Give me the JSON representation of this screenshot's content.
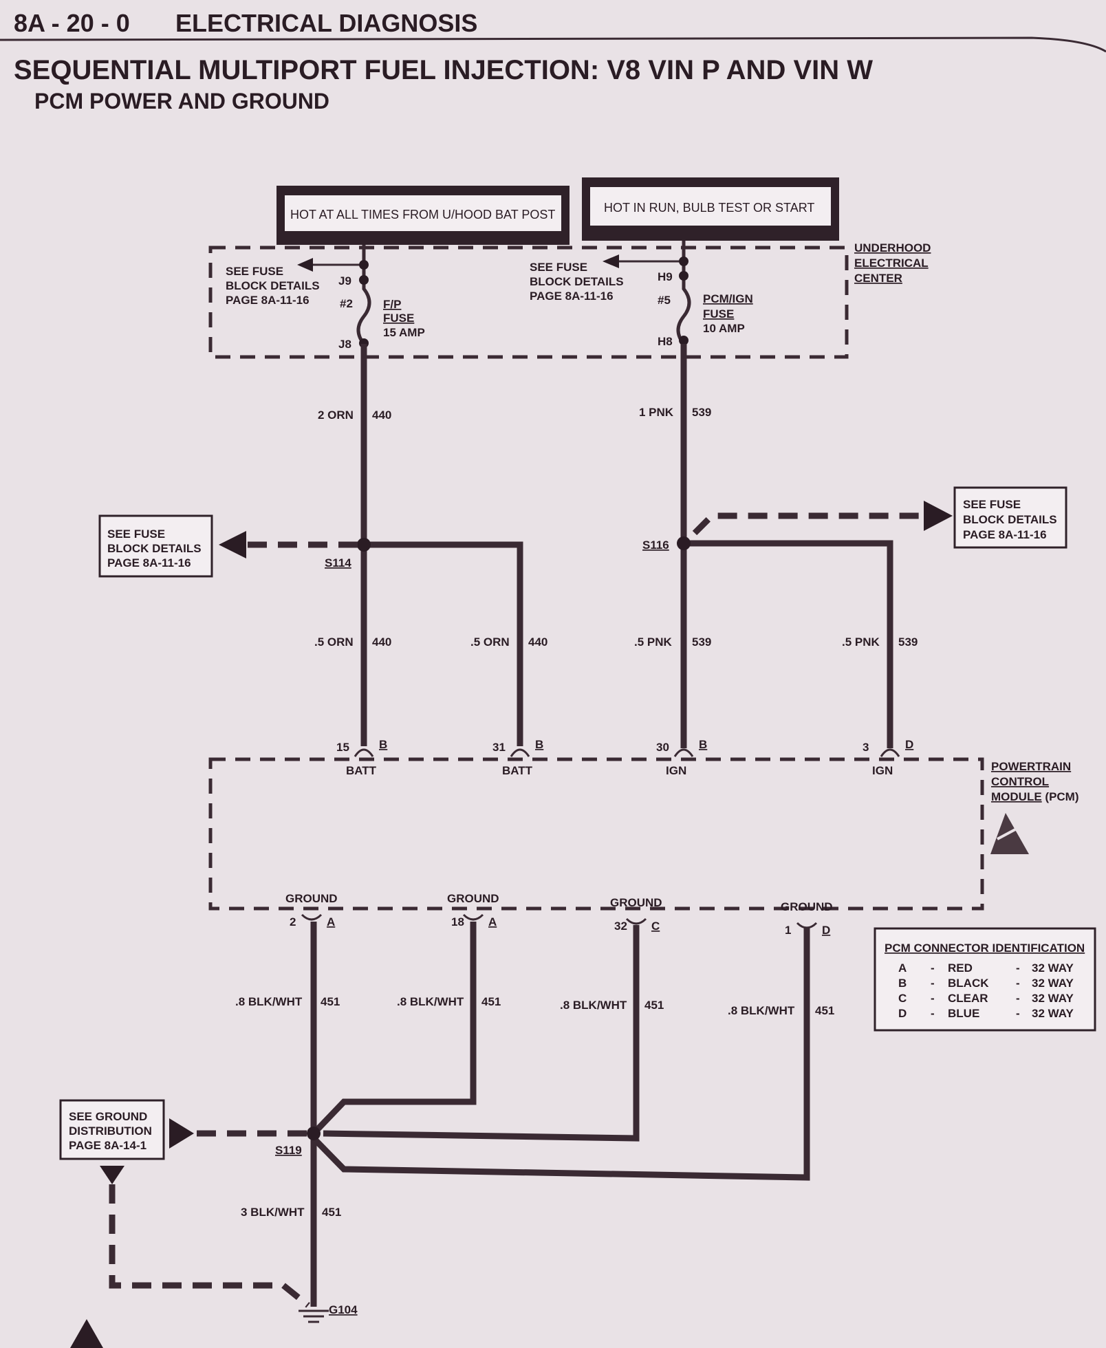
{
  "header": {
    "section": "8A - 20 - 0",
    "chapter": "ELECTRICAL DIAGNOSIS"
  },
  "title": "SEQUENTIAL MULTIPORT FUEL INJECTION: V8 VIN P AND VIN W",
  "subtitle": "PCM POWER AND GROUND",
  "power_sources": {
    "battery": "HOT AT ALL TIMES FROM U/HOOD BAT POST",
    "ignition": "HOT IN RUN, BULB TEST OR START"
  },
  "underhood_center": {
    "label": [
      "UNDERHOOD",
      "ELECTRICAL",
      "CENTER"
    ],
    "see_fuse": [
      "SEE FUSE",
      "BLOCK DETAILS",
      "PAGE 8A-11-16"
    ],
    "fp_fuse": {
      "in": "J9",
      "num": "#2",
      "out": "J8",
      "name": "F/P",
      "fuse": "FUSE",
      "rating": "15 AMP"
    },
    "pcm_fuse": {
      "in": "H9",
      "num": "#5",
      "out": "H8",
      "name": "PCM/IGN",
      "fuse": "FUSE",
      "rating": "10 AMP"
    }
  },
  "wires": {
    "orn_main": {
      "gauge": "2 ORN",
      "circuit": "440"
    },
    "pnk_main": {
      "gauge": "1 PNK",
      "circuit": "539"
    },
    "orn_a": {
      "gauge": ".5 ORN",
      "circuit": "440"
    },
    "orn_b": {
      "gauge": ".5 ORN",
      "circuit": "440"
    },
    "pnk_a": {
      "gauge": ".5 PNK",
      "circuit": "539"
    },
    "pnk_b": {
      "gauge": ".5 PNK",
      "circuit": "539"
    },
    "gnd1": {
      "gauge": ".8 BLK/WHT",
      "circuit": "451"
    },
    "gnd2": {
      "gauge": ".8 BLK/WHT",
      "circuit": "451"
    },
    "gnd3": {
      "gauge": ".8 BLK/WHT",
      "circuit": "451"
    },
    "gnd4": {
      "gauge": ".8 BLK/WHT",
      "circuit": "451"
    },
    "gnd_main": {
      "gauge": "3 BLK/WHT",
      "circuit": "451"
    }
  },
  "splices": {
    "s114": "S114",
    "s116": "S116",
    "s119": "S119"
  },
  "ground_point": "G104",
  "see_fuse_box": [
    "SEE FUSE",
    "BLOCK DETAILS",
    "PAGE 8A-11-16"
  ],
  "see_ground_box": [
    "SEE GROUND",
    "DISTRIBUTION",
    "PAGE 8A-14-1"
  ],
  "pcm": {
    "label": [
      "POWERTRAIN",
      "CONTROL",
      "MODULE",
      "(PCM)"
    ],
    "pins_top": [
      {
        "pin": "15",
        "conn": "B",
        "name": "BATT"
      },
      {
        "pin": "31",
        "conn": "B",
        "name": "BATT"
      },
      {
        "pin": "30",
        "conn": "B",
        "name": "IGN"
      },
      {
        "pin": "3",
        "conn": "D",
        "name": "IGN"
      }
    ],
    "pins_bottom": [
      {
        "pin": "2",
        "conn": "A",
        "name": "GROUND"
      },
      {
        "pin": "18",
        "conn": "A",
        "name": "GROUND"
      },
      {
        "pin": "32",
        "conn": "C",
        "name": "GROUND"
      },
      {
        "pin": "1",
        "conn": "D",
        "name": "GROUND"
      }
    ]
  },
  "connector_id": {
    "title": "PCM CONNECTOR IDENTIFICATION",
    "rows": [
      {
        "conn": "A",
        "color": "RED",
        "size": "32 WAY"
      },
      {
        "conn": "B",
        "color": "BLACK",
        "size": "32 WAY"
      },
      {
        "conn": "C",
        "color": "CLEAR",
        "size": "32 WAY"
      },
      {
        "conn": "D",
        "color": "BLUE",
        "size": "32 WAY"
      }
    ]
  }
}
